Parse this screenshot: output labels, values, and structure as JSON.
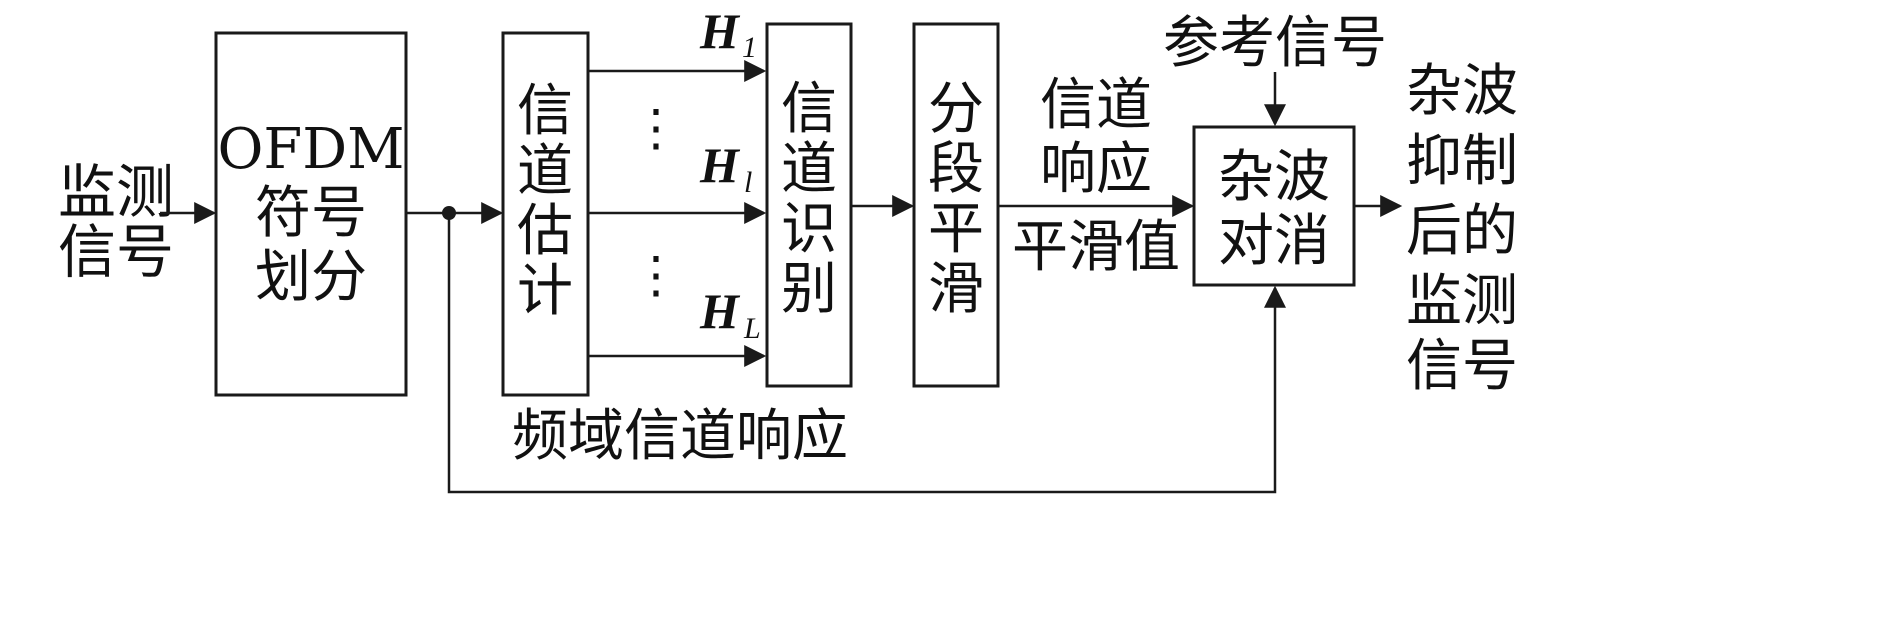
{
  "diagram": {
    "input_label": [
      "监测",
      "信号"
    ],
    "ofdm_box": [
      "OFDM",
      "符号",
      "划分"
    ],
    "estimate_box": [
      "信",
      "道",
      "估",
      "计"
    ],
    "identify_box": [
      "信",
      "道",
      "识",
      "别"
    ],
    "smooth_box": [
      "分",
      "段",
      "平",
      "滑"
    ],
    "cancel_box": [
      "杂波",
      "对消"
    ],
    "reference_label": "参考信号",
    "channel_labels": [
      {
        "main": "H",
        "sub": "1"
      },
      {
        "main": "H",
        "sub": "l"
      },
      {
        "main": "H",
        "sub": "L"
      }
    ],
    "ellipsis": "⋮",
    "freq_response_label": "频域信道响应",
    "smoothed_label": [
      "信道",
      "响应",
      "平滑值"
    ],
    "output_label": [
      "杂波",
      "抑制",
      "后的",
      "监测",
      "信号"
    ]
  }
}
